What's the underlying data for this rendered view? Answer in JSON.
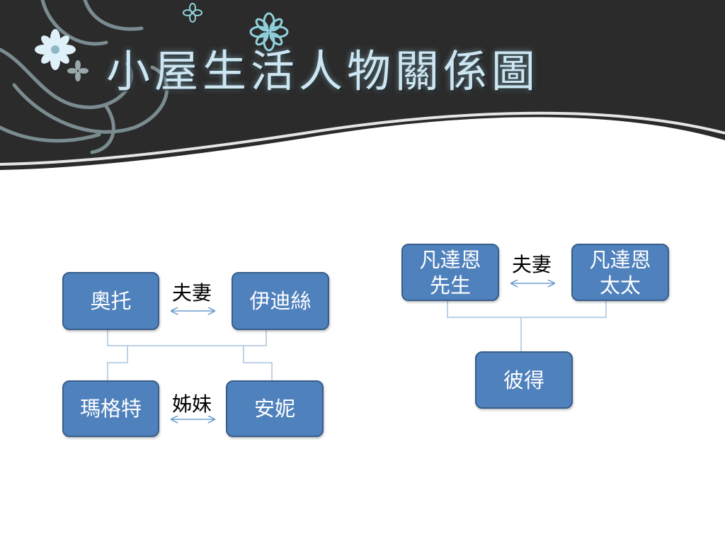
{
  "title": "小屋生活人物關係圖",
  "colors": {
    "header_bg": "#2b2b2b",
    "title_text": "#cde6f2",
    "node_fill": "#4f81bd",
    "node_border": "#385d8a",
    "connector": "#6f9fcf"
  },
  "groups": [
    {
      "nodes": {
        "otto": "奧托",
        "edith": "伊迪絲",
        "margot": "瑪格特",
        "anne": "安妮"
      },
      "relations": {
        "parents": "夫妻",
        "siblings": "姊妹"
      }
    },
    {
      "nodes": {
        "mr_van_daan": "凡達恩\n先生",
        "mrs_van_daan": "凡達恩\n太太",
        "peter": "彼得"
      },
      "relations": {
        "parents": "夫妻"
      }
    }
  ]
}
